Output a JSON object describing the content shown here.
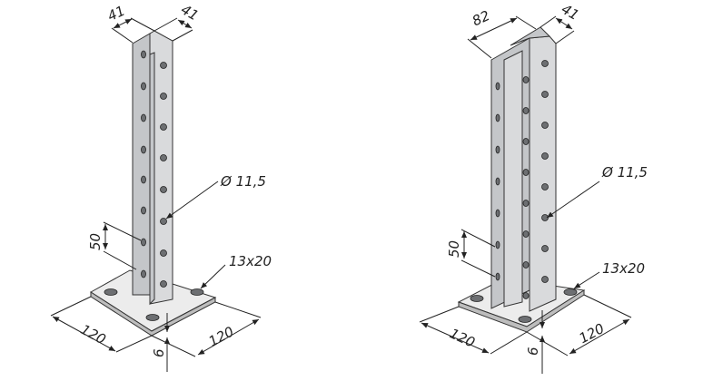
{
  "figures": [
    {
      "name": "single-channel-post",
      "dims": {
        "width_a": "41",
        "width_b": "41",
        "hole_diameter": "Ø 11,5",
        "hole_pitch": "50",
        "slot": "13x20",
        "plate_a": "120",
        "plate_b": "120",
        "plate_thickness": "6"
      }
    },
    {
      "name": "double-channel-post",
      "dims": {
        "width_a": "82",
        "width_b": "41",
        "hole_diameter": "Ø 11,5",
        "hole_pitch": "50",
        "slot": "13x20",
        "plate_a": "120",
        "plate_b": "120",
        "plate_thickness": "6"
      }
    }
  ]
}
